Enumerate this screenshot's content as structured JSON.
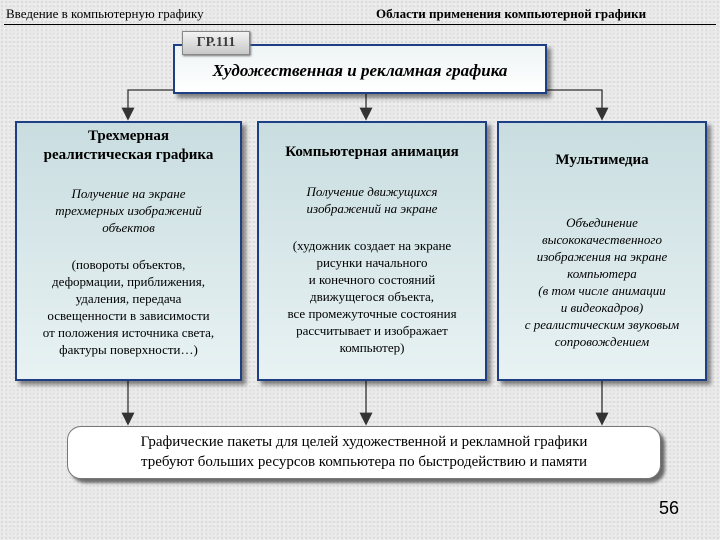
{
  "header": {
    "left": "Введение в компьютерную графику",
    "right": "Области применения компьютерной графики"
  },
  "label": "ГР.111",
  "main_title": "Художественная и рекламная графика",
  "columns": [
    {
      "title": [
        "Трехмерная",
        "реалистическая графика"
      ],
      "italic": [
        "Получение на экране",
        "трехмерных изображений",
        "объектов"
      ],
      "plain": [
        "(повороты объектов,",
        "деформации, приближения,",
        "удаления, передача",
        "освещенности в зависимости",
        "от положения источника света,",
        "фактуры поверхности…)"
      ]
    },
    {
      "title": [
        "Компьютерная анимация"
      ],
      "italic": [
        "Получение движущихся",
        "изображений на экране"
      ],
      "plain": [
        "(художник создает на экране",
        "рисунки начального",
        "и конечного состояний",
        "движущегося объекта,",
        "все промежуточные состояния",
        "рассчитывает и изображает",
        "компьютер)"
      ]
    },
    {
      "title": [
        "Мультимедиа"
      ],
      "italic": [
        "Объединение",
        "высококачественного",
        "изображения на экране",
        "компьютера",
        "(в том числе анимации",
        "и видеокадров)",
        "с реалистическим звуковым",
        "сопровождением"
      ],
      "plain": []
    }
  ],
  "bottom": [
    "Графические пакеты для целей художественной и рекламной графики",
    "требуют больших ресурсов компьютера по быстродействию и памяти"
  ],
  "page_number": "56"
}
